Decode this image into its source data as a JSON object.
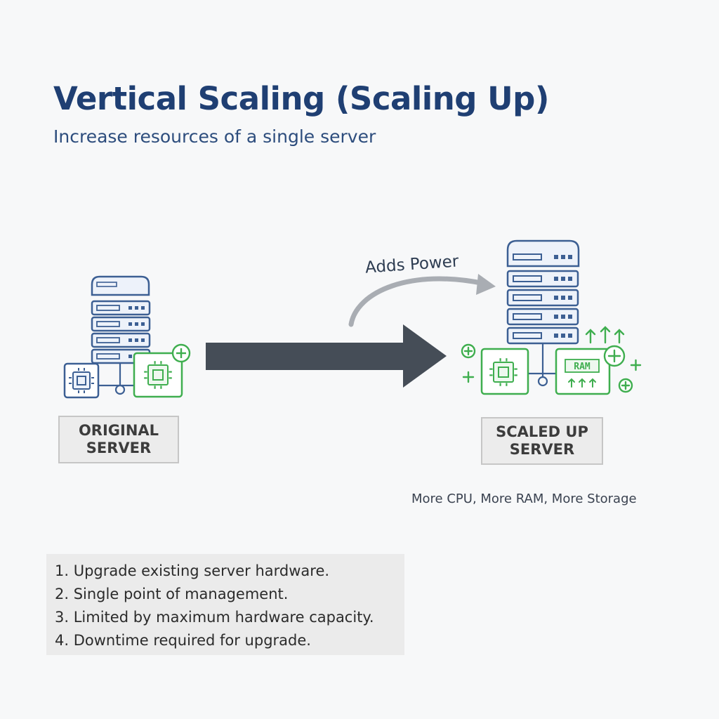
{
  "header": {
    "title": "Vertical Scaling (Scaling Up)",
    "subtitle": "Increase resources of a single server"
  },
  "diagram": {
    "original_server": {
      "label_line1": "ORIGINAL",
      "label_line2": "SERVER"
    },
    "transition": {
      "annotation": "Adds Power"
    },
    "scaled_server": {
      "label_line1": "SCALED UP",
      "label_line2": "SERVER",
      "ram_chip_text": "RAM",
      "caption": "More CPU, More RAM, More Storage"
    }
  },
  "notes": [
    {
      "text": "1. Upgrade existing server hardware."
    },
    {
      "text": "2. Single point of management."
    },
    {
      "text": "3. Limited by maximum hardware capacity."
    },
    {
      "text": "4. Downtime required for upgrade."
    }
  ],
  "colors": {
    "title": "#1f3f73",
    "server_outline": "#3c5f93",
    "server_fill": "#edf2fa",
    "upgrade_green": "#3fae4f",
    "main_arrow": "#454d57",
    "curved_arrow": "#a9adb3",
    "label_background": "#ececec",
    "notes_background": "#ebebeb"
  },
  "icons": [
    "server-rack-icon",
    "cpu-chip-icon",
    "plus-icon",
    "arrow-right-icon",
    "curved-arrow-icon",
    "ram-module-icon",
    "arrow-up-icon"
  ]
}
